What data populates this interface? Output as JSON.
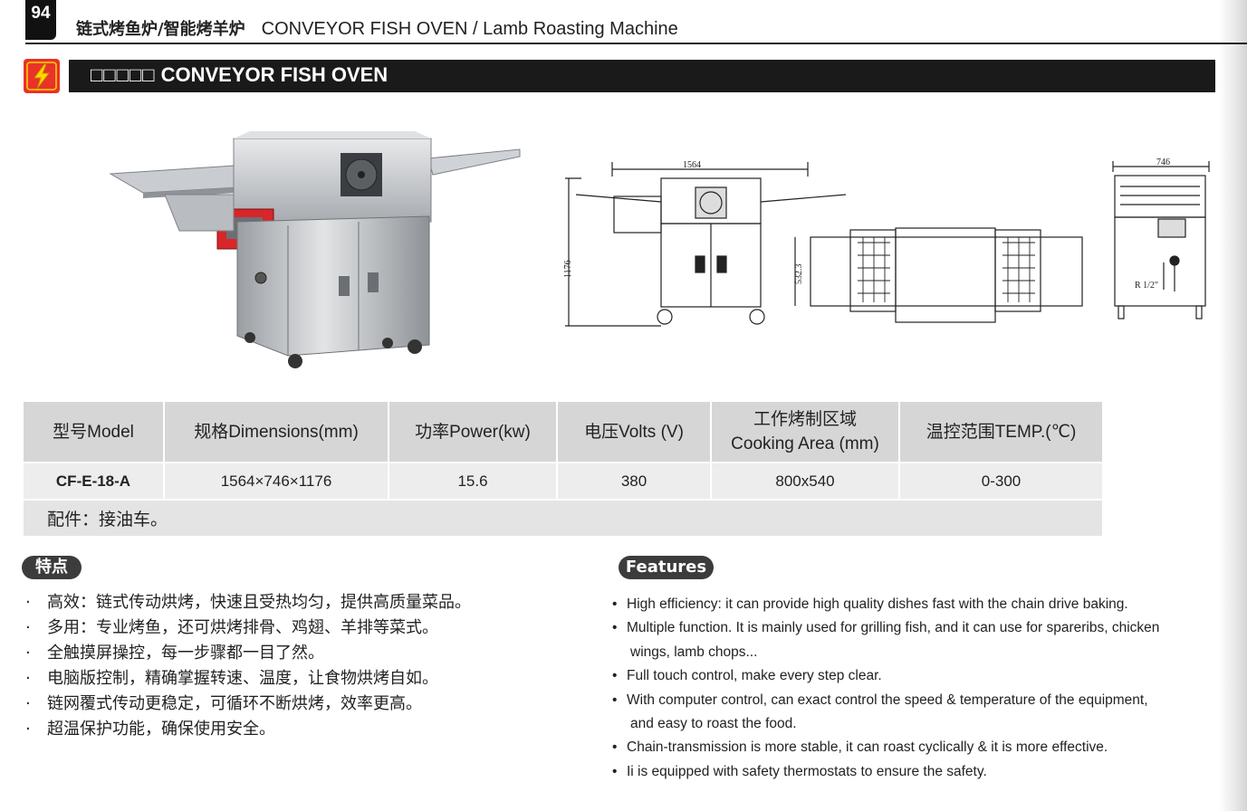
{
  "header": {
    "page_number": "94",
    "title_cn": "链式烤鱼炉/智能烤羊炉",
    "title_en": "CONVEYOR FISH OVEN / Lamb Roasting Machine"
  },
  "section": {
    "title_placeholder": "□□□□□",
    "title": "CONVEYOR FISH OVEN"
  },
  "drawings": {
    "front_width": "1564",
    "front_height": "1176",
    "top_height": "532.3",
    "side_width": "746",
    "side_drain": "R 1/2\""
  },
  "spec_table": {
    "headers": [
      "型号Model",
      "规格Dimensions(mm)",
      "功率Power(kw)",
      "电压Volts (V)",
      "工作烤制区域",
      "Cooking Area (mm)",
      "温控范围TEMP.(℃)"
    ],
    "row": [
      "CF-E-18-A",
      "1564×746×1176",
      "15.6",
      "380",
      "800x540",
      "0-300"
    ],
    "accessory": "配件：接油车。"
  },
  "features_cn": {
    "title": "特点",
    "items": [
      "高效：链式传动烘烤，快速且受热均匀，提供高质量菜品。",
      "多用：专业烤鱼，还可烘烤排骨、鸡翅、羊排等菜式。",
      "全触摸屏操控，每一步骤都一目了然。",
      "电脑版控制，精确掌握转速、温度，让食物烘烤自如。",
      "链网覆式传动更稳定，可循环不断烘烤，效率更高。",
      "超温保护功能，确保使用安全。"
    ]
  },
  "features_en": {
    "title": "Features",
    "items": [
      [
        "High efficiency: it can provide high quality dishes fast with the chain drive baking."
      ],
      [
        "Multiple function. It is mainly used for grilling fish, and it can use for spareribs, chicken",
        "wings, lamb chops..."
      ],
      [
        "Full touch control, make every step clear."
      ],
      [
        "With computer control, can exact control the speed & temperature of the equipment,",
        "and easy to roast the food."
      ],
      [
        "Chain-transmission is more stable, it can roast cyclically & it is more effective."
      ],
      [
        "Ii is equipped with safety thermostats to ensure the safety."
      ]
    ]
  }
}
